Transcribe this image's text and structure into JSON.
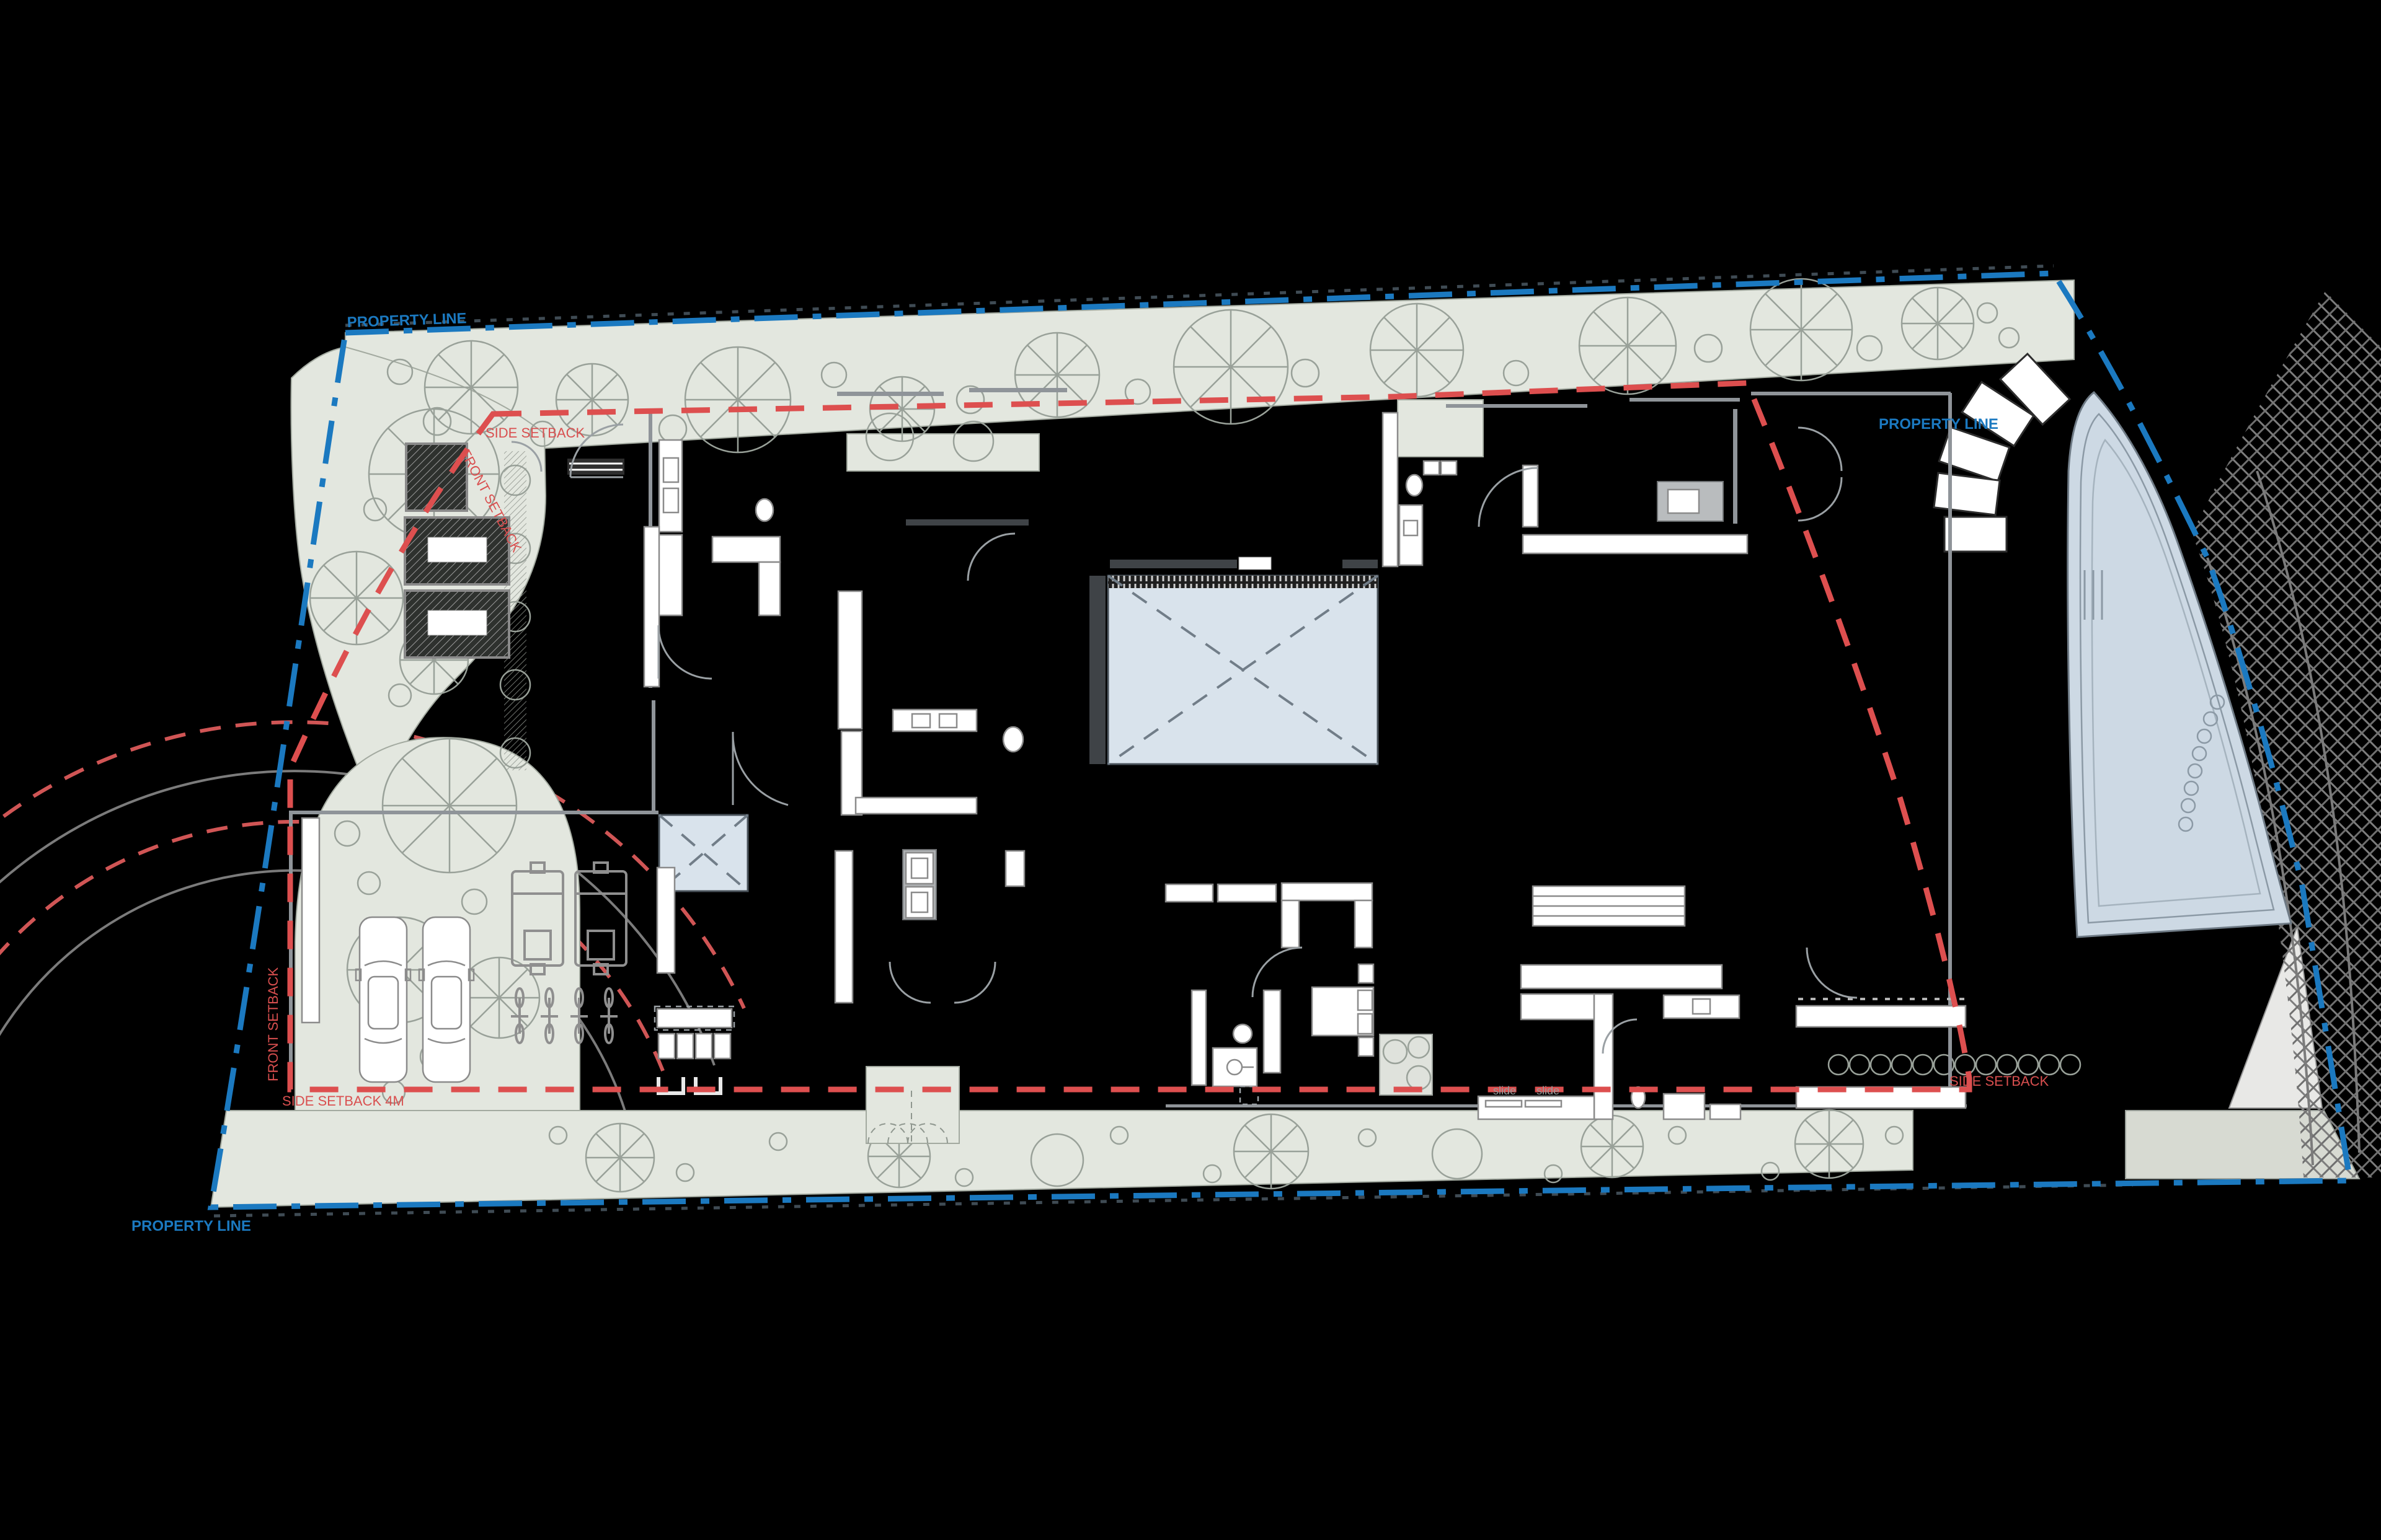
{
  "drawing": {
    "kind": "architectural site and floor plan, white-on-black presentation style",
    "background": "#000000"
  },
  "colors": {
    "background": "#000000",
    "landscape_green": "#e3e7df",
    "pool_blue": "#cdd9e4",
    "courtyard_blue": "#d9e3ec",
    "property_line_blue": "#1b79c0",
    "setback_red": "#dd4f4f",
    "wall_gray": "#8f9499",
    "furniture_white": "#ffffff",
    "vegetation_stroke": "#99a199",
    "crosshatch_gray": "#7d7d7d"
  },
  "labels": {
    "property_line_top": "PROPERTY LINE",
    "property_line_right": "PROPERTY LINE",
    "property_line_bottom": "PROPERTY LINE",
    "side_setback_top": "SIDE SETBACK",
    "front_setback_left": "FRONT SETBACK",
    "side_setback_bottom_left": "SIDE SETBACK 4M",
    "front_setback_garage": "FRONT SETBACK",
    "side_setback_bottom_right": "SIDE SETBACK",
    "slide_door_1": "slide",
    "slide_door_2": "slide"
  },
  "site_objects": {
    "parked_cars": 2,
    "motorcycles": 2,
    "bicycles": 4,
    "stepping_stones": 5,
    "pool_edge_jets": 8,
    "planter_boxes": 3,
    "driveway_turning_arcs": 4
  }
}
